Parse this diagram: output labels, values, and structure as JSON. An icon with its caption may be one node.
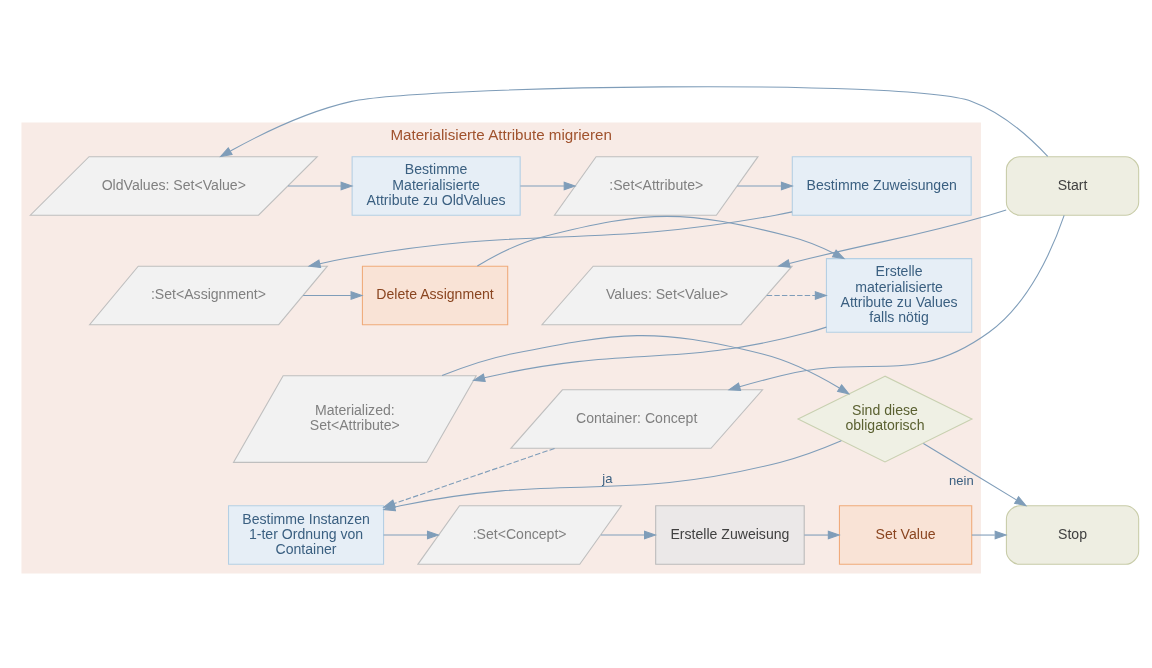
{
  "diagram": {
    "nodes": [
      {
        "text": [
          "Materialisierte Attribute migrieren"
        ]
      },
      {
        "text": [
          "Start"
        ]
      },
      {
        "text": [
          "OldValues: Set<Value>"
        ],
        "in": 0
      },
      {
        "text": [
          "Bestimme Materialisierte Attribute zu OldValues"
        ],
        "in": 0
      },
      {
        "text": [
          ":Set<Attribute>"
        ],
        "in": 0
      },
      {
        "text": [
          "Bestimme Zuweisungen"
        ],
        "in": 0
      },
      {
        "text": [
          "Values: Set<Value>"
        ],
        "in": 0
      },
      {
        "text": [
          "Erstelle materialisierte Attribute zu Values falls nötig"
        ],
        "in": 0
      },
      {
        "text": [
          "Delete Assignment"
        ],
        "in": 0
      },
      {
        "text": [
          ":Set<Assignment>"
        ],
        "in": 0
      },
      {
        "text": [
          "Container: Concept"
        ],
        "in": 0
      },
      {
        "text": [
          "Materialized: Set<Attribute>"
        ],
        "in": 0
      },
      {
        "text": [
          "Sind diese obligatorisch"
        ],
        "in": 0
      },
      {
        "text": [
          "Stop"
        ]
      },
      {
        "text": [
          "Set Value"
        ],
        "in": 0
      },
      {
        "text": [
          "Erstelle Zuweisung"
        ],
        "in": 0
      },
      {
        "text": [
          ":Set<Concept>"
        ],
        "in": 0
      },
      {
        "text": [
          "Bestimme Instanzen 1-ter Ordnung von Container"
        ],
        "in": 0
      }
    ],
    "edges": [
      {
        "from": 1,
        "to": 2,
        "arrow": "to"
      },
      {
        "from": 1,
        "to": 6,
        "arrow": "to"
      },
      {
        "from": 1,
        "to": 10,
        "arrow": "to"
      },
      {
        "from": 2,
        "to": 3,
        "arrow": "to"
      },
      {
        "from": 3,
        "to": 4,
        "arrow": "to"
      },
      {
        "from": 4,
        "to": 5,
        "arrow": "to"
      },
      {
        "from": 5,
        "to": 9,
        "arrow": "to"
      },
      {
        "from": 9,
        "to": 8,
        "arrow": "to"
      },
      {
        "from": 8,
        "to": 7,
        "arrow": "to"
      },
      {
        "from": 6,
        "to": 7,
        "arrow": "to",
        "style": "dashed"
      },
      {
        "from": 7,
        "to": 11,
        "arrow": "to"
      },
      {
        "from": 11,
        "to": 12,
        "arrow": "to"
      },
      {
        "from": 12,
        "to": 17,
        "arrow": "to",
        "label": "ja"
      },
      {
        "from": 10,
        "to": 17,
        "arrow": "to",
        "style": "dashed"
      },
      {
        "from": 12,
        "to": 13,
        "arrow": "to",
        "label": "nein"
      },
      {
        "from": 17,
        "to": 16,
        "arrow": "to"
      },
      {
        "from": 16,
        "to": 15,
        "arrow": "to"
      },
      {
        "from": 15,
        "to": 14,
        "arrow": "to"
      },
      {
        "from": 14,
        "to": 13,
        "arrow": "to"
      }
    ]
  }
}
